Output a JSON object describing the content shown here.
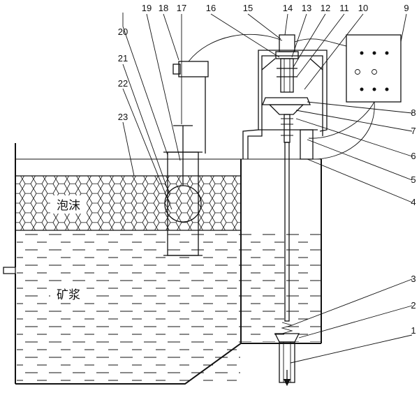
{
  "diagram": {
    "zones": {
      "foam": "泡沫",
      "slurry": "矿浆"
    },
    "part_labels": [
      "1",
      "2",
      "3",
      "4",
      "5",
      "6",
      "7",
      "8",
      "9",
      "10",
      "11",
      "12",
      "13",
      "14",
      "15",
      "16",
      "17",
      "18",
      "19",
      "20",
      "21",
      "22",
      "23"
    ]
  }
}
